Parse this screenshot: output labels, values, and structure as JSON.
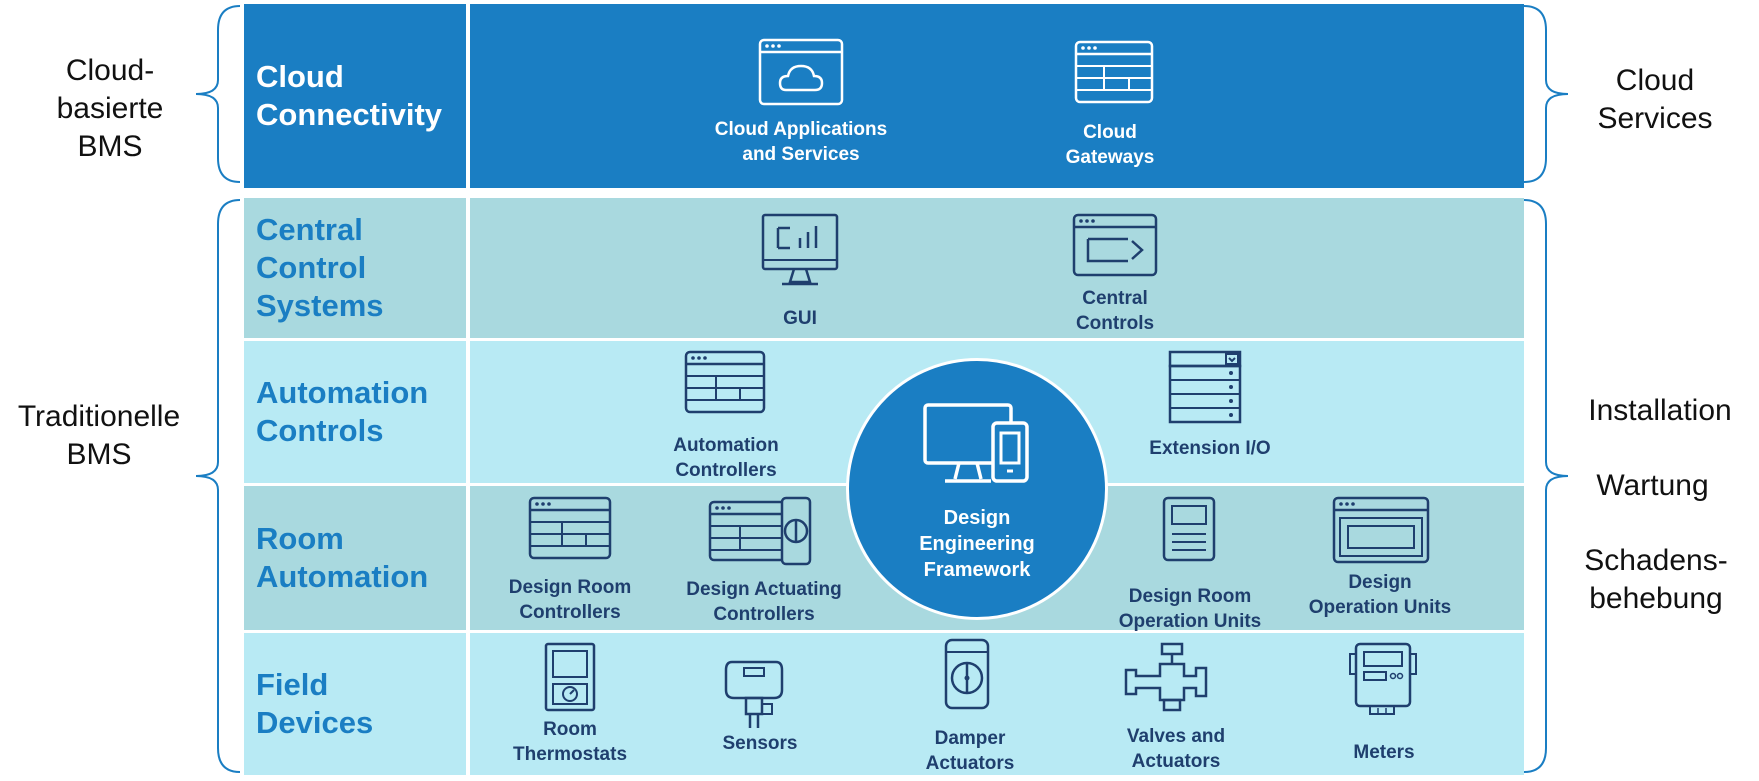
{
  "left_labels": {
    "cloud_bms": "Cloud-\nbasierte\nBMS",
    "traditional_bms": "Traditionelle\nBMS"
  },
  "right_labels": {
    "cloud_services": "Cloud\nServices",
    "installation": "Installation",
    "maintenance": "Wartung",
    "troubleshooting": "Schadens-\nbehebung"
  },
  "layers": {
    "cloud": {
      "title": "Cloud\nConnectivity",
      "items": [
        {
          "label": "Cloud Applications\nand Services",
          "icon": "cloud-window-icon"
        },
        {
          "label": "Cloud\nGateways",
          "icon": "gateway-icon"
        }
      ]
    },
    "central": {
      "title": "Central\nControl\nSystems",
      "items": [
        {
          "label": "GUI",
          "icon": "monitor-icon"
        },
        {
          "label": "Central\nControls",
          "icon": "controls-window-icon"
        }
      ]
    },
    "automation": {
      "title": "Automation\nControls",
      "items": [
        {
          "label": "Automation\nControllers",
          "icon": "controller-icon"
        },
        {
          "label": "Extension I/O",
          "icon": "server-rack-icon"
        }
      ]
    },
    "room": {
      "title": "Room\nAutomation",
      "items": [
        {
          "label": "Design Room\nControllers",
          "icon": "room-controller-icon"
        },
        {
          "label": "Design Actuating\nControllers",
          "icon": "actuating-controller-icon"
        },
        {
          "label": "Design Room\nOperation Units",
          "icon": "operation-unit-icon"
        },
        {
          "label": "Design\nOperation Units",
          "icon": "operation-window-icon"
        }
      ]
    },
    "field": {
      "title": "Field\nDevices",
      "items": [
        {
          "label": "Room\nThermostats",
          "icon": "thermostat-icon"
        },
        {
          "label": "Sensors",
          "icon": "sensor-icon"
        },
        {
          "label": "Damper\nActuators",
          "icon": "damper-icon"
        },
        {
          "label": "Valves and\nActuators",
          "icon": "valve-icon"
        },
        {
          "label": "Meters",
          "icon": "meter-icon"
        }
      ]
    }
  },
  "center": {
    "label": "Design\nEngineering\nFramework",
    "icon": "devices-icon"
  },
  "colors": {
    "cloud_band": "#1a7ec3",
    "central_band": "#a9d9df",
    "automation_band": "#b8eaf4",
    "room_band": "#a9d9df",
    "field_band": "#b8eaf4",
    "band_title": "#1a7ec3",
    "center_circle": "#1a7ec3",
    "icon_stroke": "#1f3f6e"
  }
}
